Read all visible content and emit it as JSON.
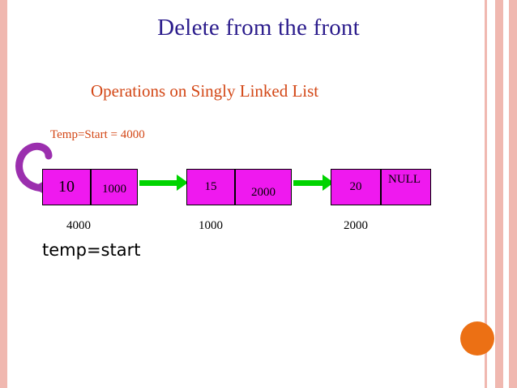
{
  "slide": {
    "title": "Delete  from the front",
    "subtitle": "Operations on Singly Linked List",
    "temp_label": "Temp=Start = 4000",
    "caption": "temp=start"
  },
  "colors": {
    "title": "#2b1c8c",
    "subtitle": "#d34716",
    "node_fill": "#ef19ef",
    "arrow": "#00d400",
    "accent_dot": "#ec7014"
  },
  "list": {
    "nodes": [
      {
        "data": "10",
        "next": "1000",
        "address": "4000"
      },
      {
        "data": "15",
        "next": "2000",
        "address": "1000"
      },
      {
        "data": "20",
        "next": "NULL",
        "address": "2000"
      }
    ],
    "node3_next_line1": "NUL",
    "node3_next_line2": "L"
  },
  "icons": {
    "curve_arrow": "curved-back-arrow-icon",
    "link_arrow": "right-arrow-icon",
    "dot": "orange-circle-decoration"
  }
}
